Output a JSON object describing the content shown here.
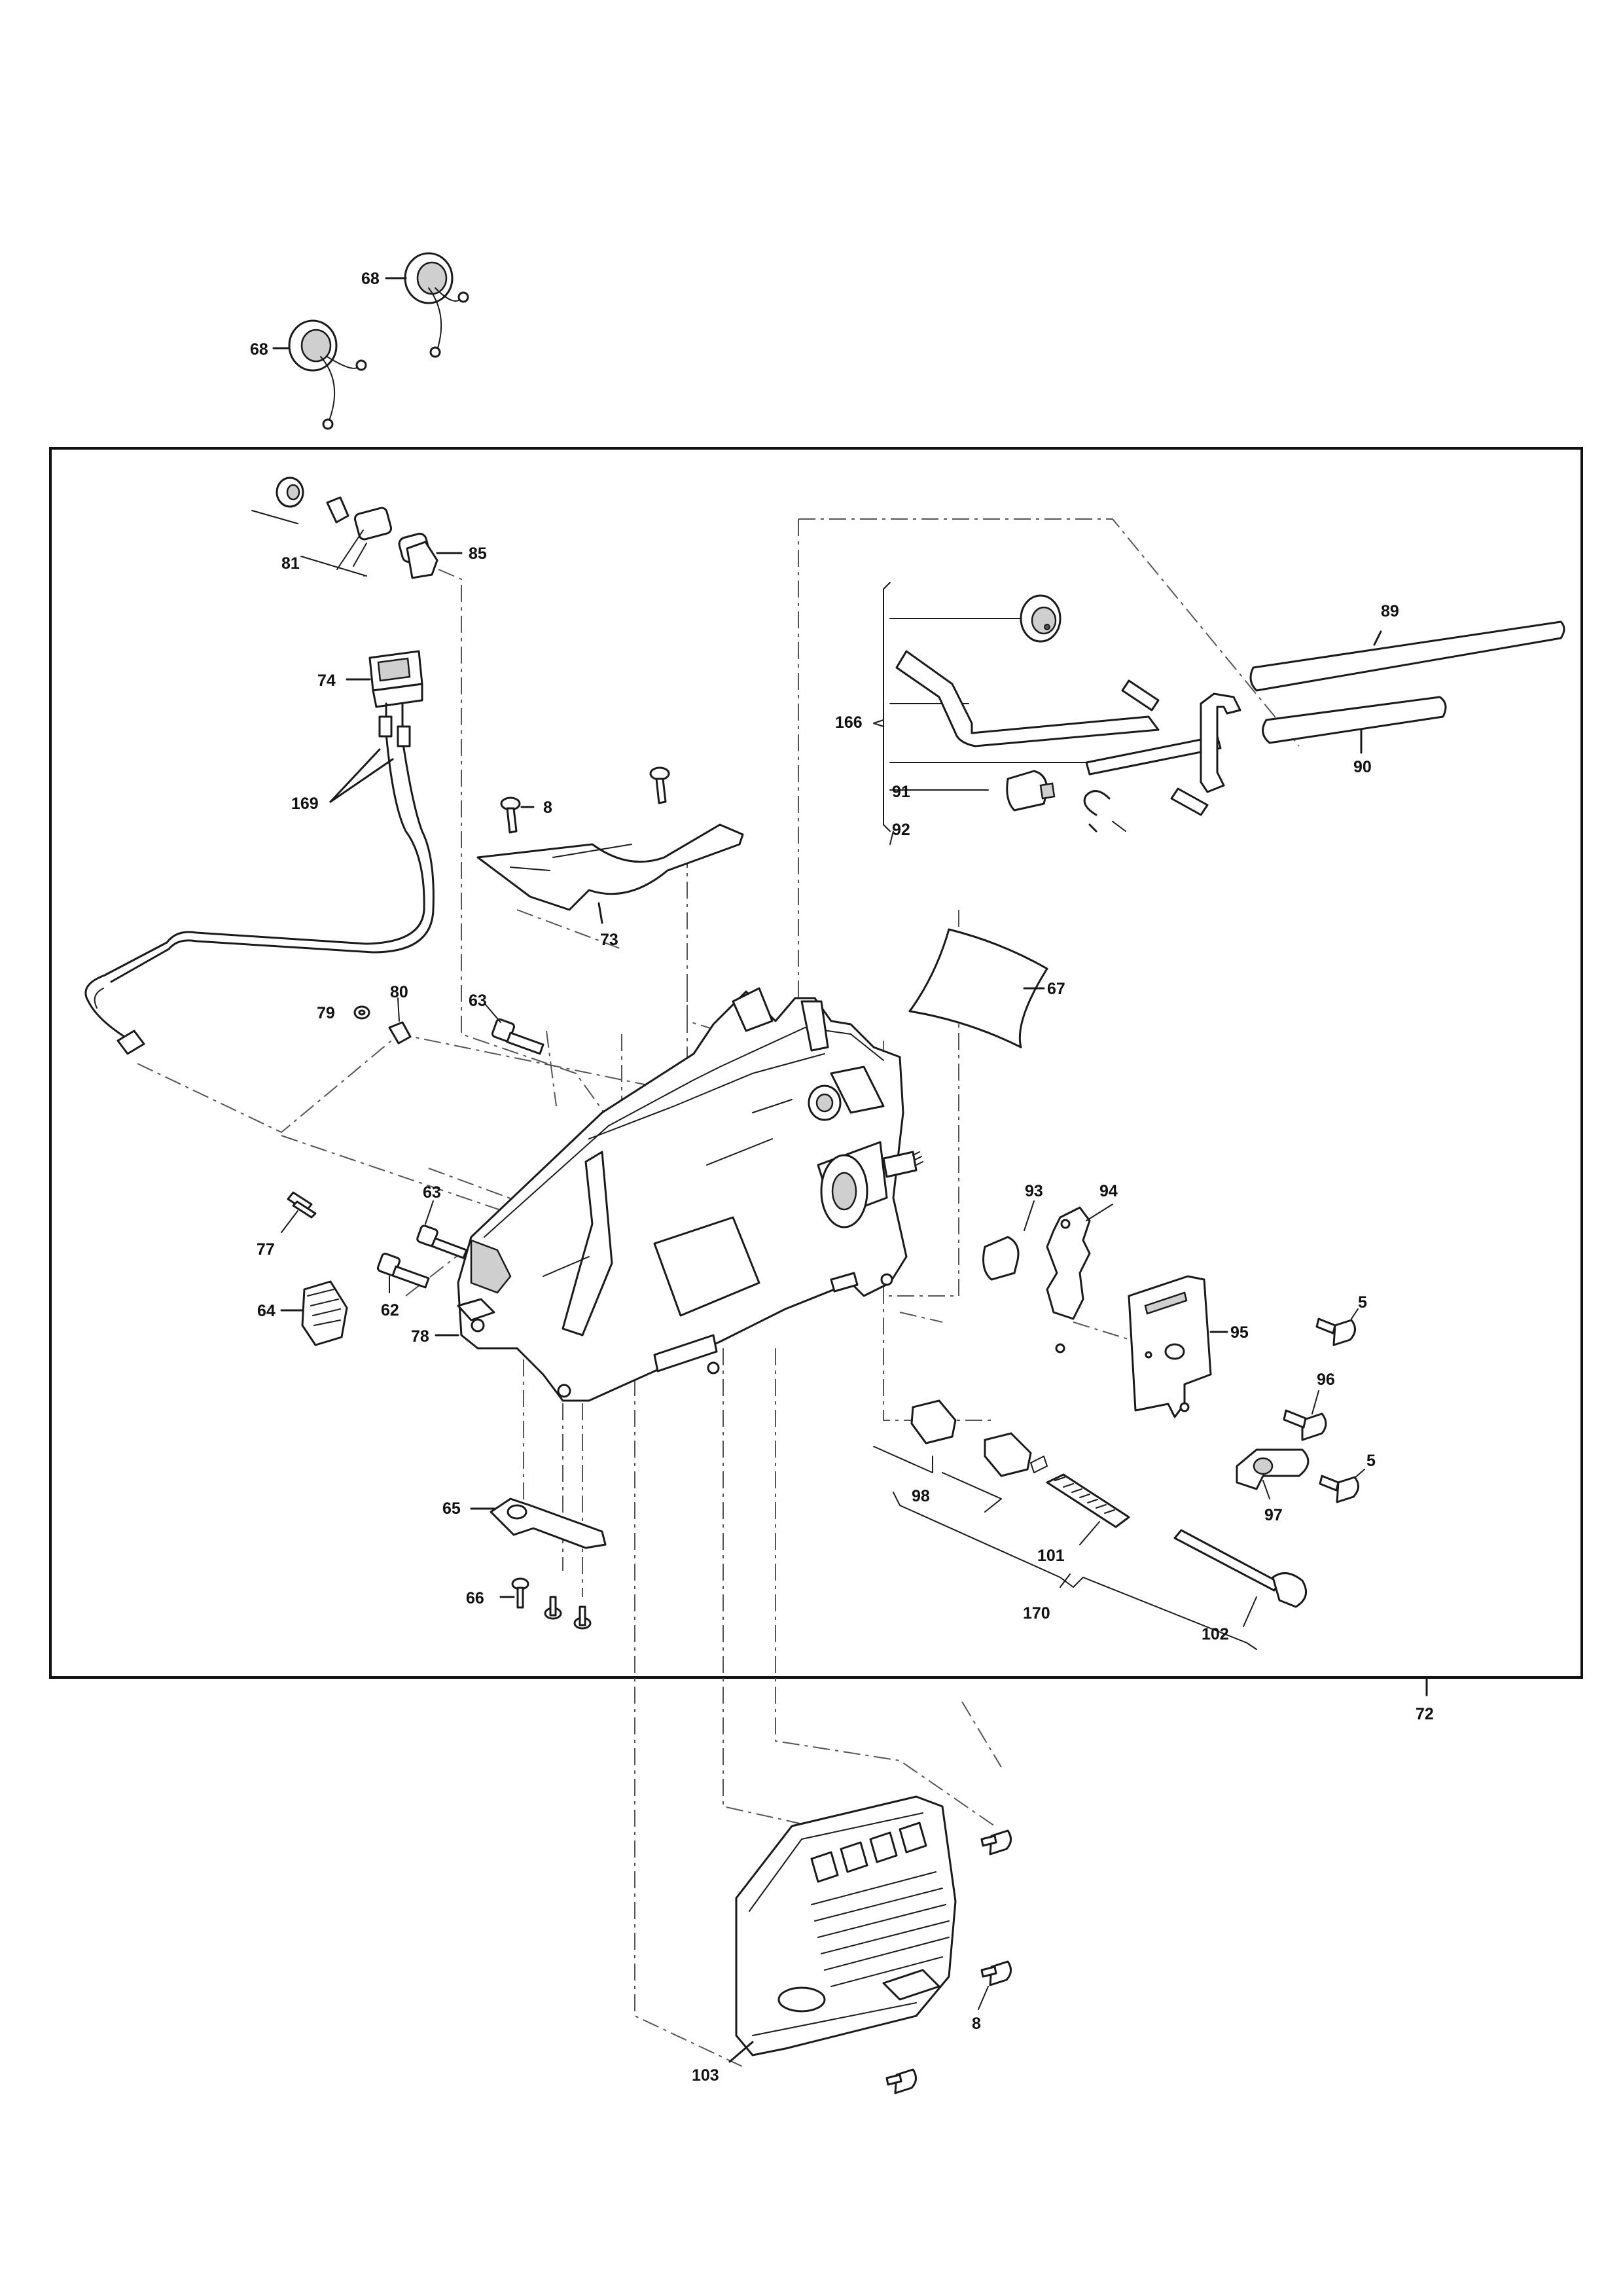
{
  "labels": {
    "l68a": "68",
    "l68b": "68",
    "l81": "81",
    "l85": "85",
    "l74": "74",
    "l169": "169",
    "l8a": "8",
    "l73": "73",
    "l79": "79",
    "l80": "80",
    "l63a": "63",
    "l77": "77",
    "l63b": "63",
    "l62": "62",
    "l64": "64",
    "l78": "78",
    "l65": "65",
    "l66": "66",
    "l89": "89",
    "l166": "166",
    "l90": "90",
    "l91": "91",
    "l92": "92",
    "l67": "67",
    "l93": "93",
    "l94": "94",
    "l5a": "5",
    "l95": "95",
    "l96": "96",
    "l5b": "5",
    "l97": "97",
    "l98": "98",
    "l101": "101",
    "l170": "170",
    "l102": "102",
    "l72": "72",
    "l8b": "8",
    "l103": "103"
  }
}
